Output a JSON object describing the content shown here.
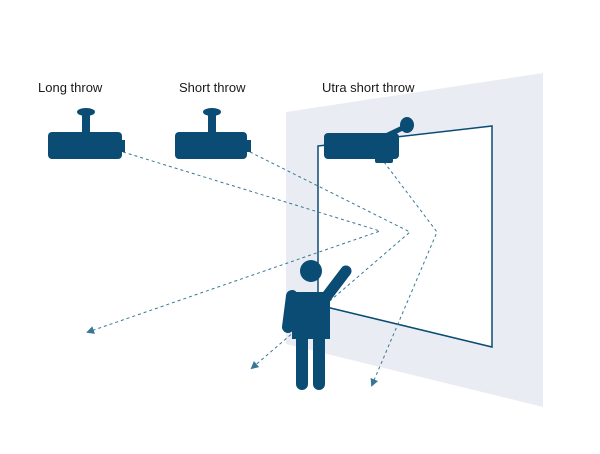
{
  "labels": {
    "long_throw": "Long throw",
    "short_throw": "Short throw",
    "ultra_short_throw": "Utra short throw"
  },
  "colors": {
    "projector": "#0a4c74",
    "person": "#0a4c74",
    "wall": "#e9edf3",
    "beam": "#3a7796",
    "screen_frame": "#0a4c74",
    "text": "#1a1a1a"
  },
  "icons": {
    "projector": "projector-icon",
    "person": "person-pointing-icon"
  }
}
